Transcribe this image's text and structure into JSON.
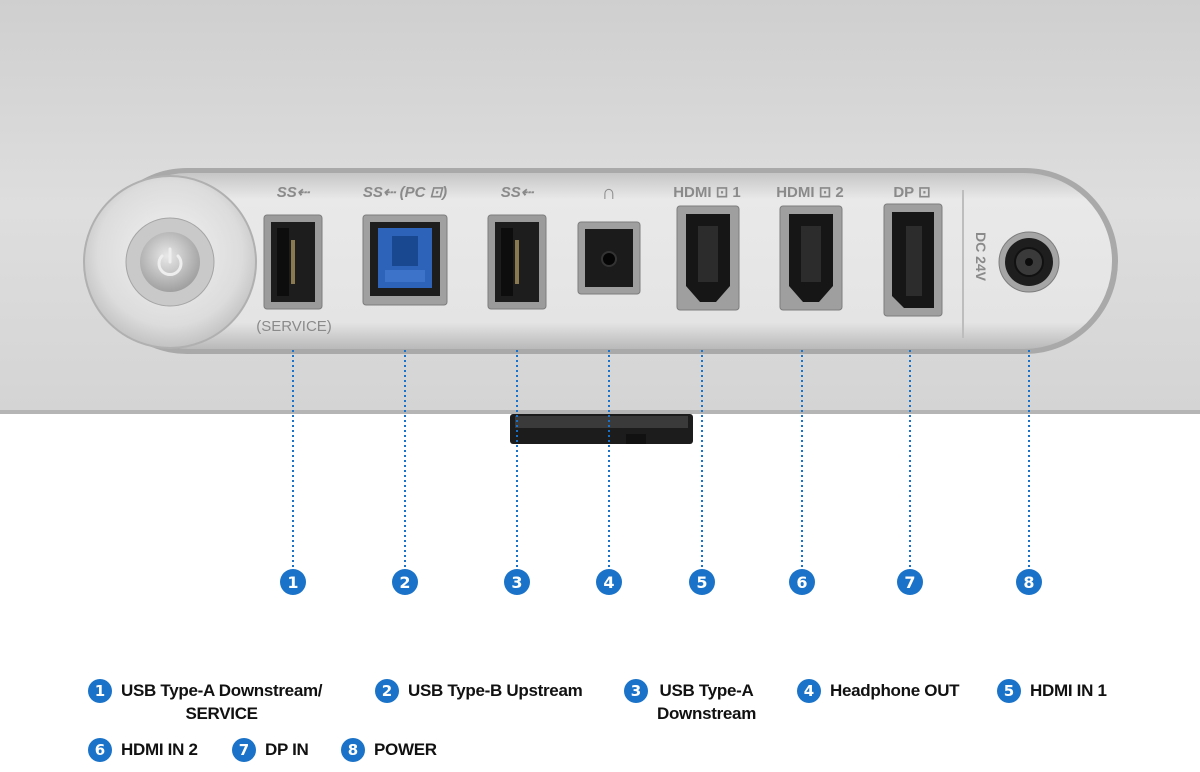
{
  "panel_labels": {
    "usb_a_1": "SS⇠",
    "usb_b": "SS⇠ (PC ⊡)",
    "usb_a_2": "SS⇠",
    "headphone": "∩",
    "hdmi1": "HDMI ⊡ 1",
    "hdmi2": "HDMI ⊡ 2",
    "dp": "DP ⊡",
    "service": "(SERVICE)",
    "dc": "DC 24V"
  },
  "callout_color": "#1a73c8",
  "callouts": [
    "1",
    "2",
    "3",
    "4",
    "5",
    "6",
    "7",
    "8"
  ],
  "legend": [
    {
      "num": "1",
      "text": "USB Type-A Downstream/\nSERVICE"
    },
    {
      "num": "2",
      "text": "USB Type-B Upstream"
    },
    {
      "num": "3",
      "text": "USB Type-A\nDownstream"
    },
    {
      "num": "4",
      "text": "Headphone OUT"
    },
    {
      "num": "5",
      "text": "HDMI IN 1"
    },
    {
      "num": "6",
      "text": "HDMI IN 2"
    },
    {
      "num": "7",
      "text": "DP IN"
    },
    {
      "num": "8",
      "text": "POWER"
    }
  ]
}
